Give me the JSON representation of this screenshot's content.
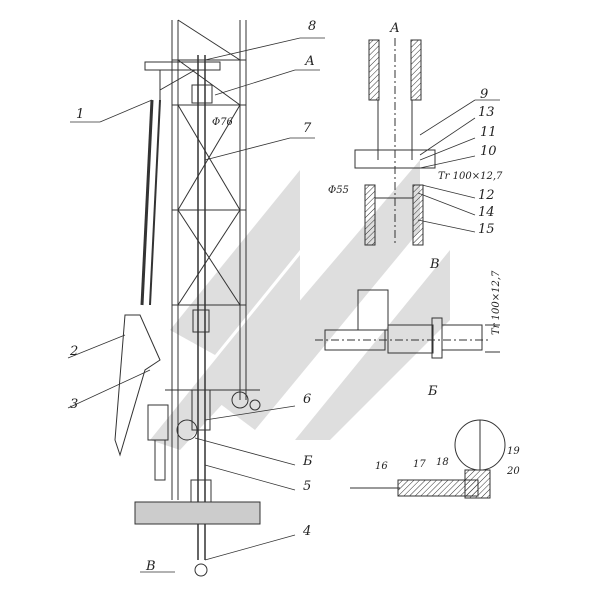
{
  "drawing": {
    "main_labels": {
      "l8": "8",
      "lA_view": "А",
      "l1": "1",
      "phi76": "Φ76",
      "l7": "7",
      "l2": "2",
      "l3": "3",
      "l6": "6",
      "lB_view": "Б",
      "l5": "5",
      "l4": "4",
      "lV_view": "В"
    },
    "section_a": {
      "title": "А",
      "l9": "9",
      "l13": "13",
      "l11": "11",
      "l10": "10",
      "thread": "Tr 100×12,7",
      "phi55": "Φ55",
      "l12": "12",
      "l14": "14",
      "l15": "15"
    },
    "view_v": {
      "title": "В",
      "thread": "Tr 100×12,7"
    },
    "view_b": {
      "title": "Б"
    },
    "detail": {
      "l16": "16",
      "l17": "17",
      "l18": "18",
      "l19": "19",
      "l20": "20"
    }
  }
}
